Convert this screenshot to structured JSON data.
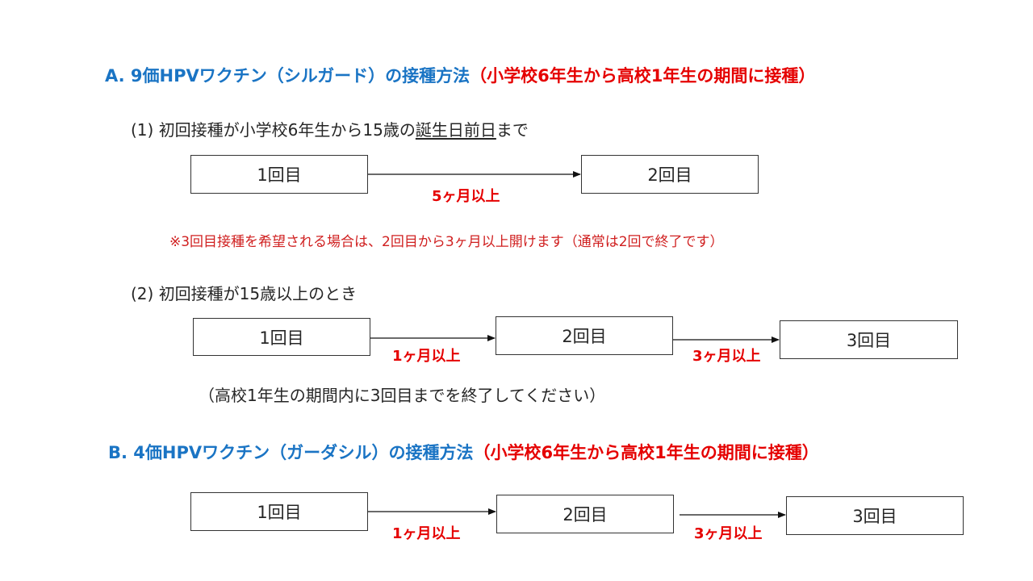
{
  "colors": {
    "heading_blue": "#1a74c4",
    "accent_red": "#e50000",
    "note_red": "#d02020"
  },
  "sectionA": {
    "title_blue": "A. 9価HPVワクチン（シルガード）の接種方法",
    "title_red": "（小学校6年生から高校1年生の期間に接種）",
    "case1": {
      "label_prefix": "(1) 初回接種が小学校6年生から15歳の",
      "label_underlined": "誕生日前日",
      "label_suffix": "まで",
      "box1": "1回目",
      "box2": "2回目",
      "interval1": "5ヶ月以上",
      "note": "※3回目接種を希望される場合は、2回目から3ヶ月以上開けます（通常は2回で終了です）"
    },
    "case2": {
      "label": "(2) 初回接種が15歳以上のとき",
      "box1": "1回目",
      "box2": "2回目",
      "box3": "3回目",
      "interval1": "1ヶ月以上",
      "interval2": "3ヶ月以上",
      "note": "（高校1年生の期間内に3回目までを終了してください）"
    }
  },
  "sectionB": {
    "title_blue": "B. 4価HPVワクチン（ガーダシル）の接種方法",
    "title_red": "（小学校6年生から高校1年生の期間に接種）",
    "box1": "1回目",
    "box2": "2回目",
    "box3": "3回目",
    "interval1": "1ヶ月以上",
    "interval2": "3ヶ月以上"
  }
}
